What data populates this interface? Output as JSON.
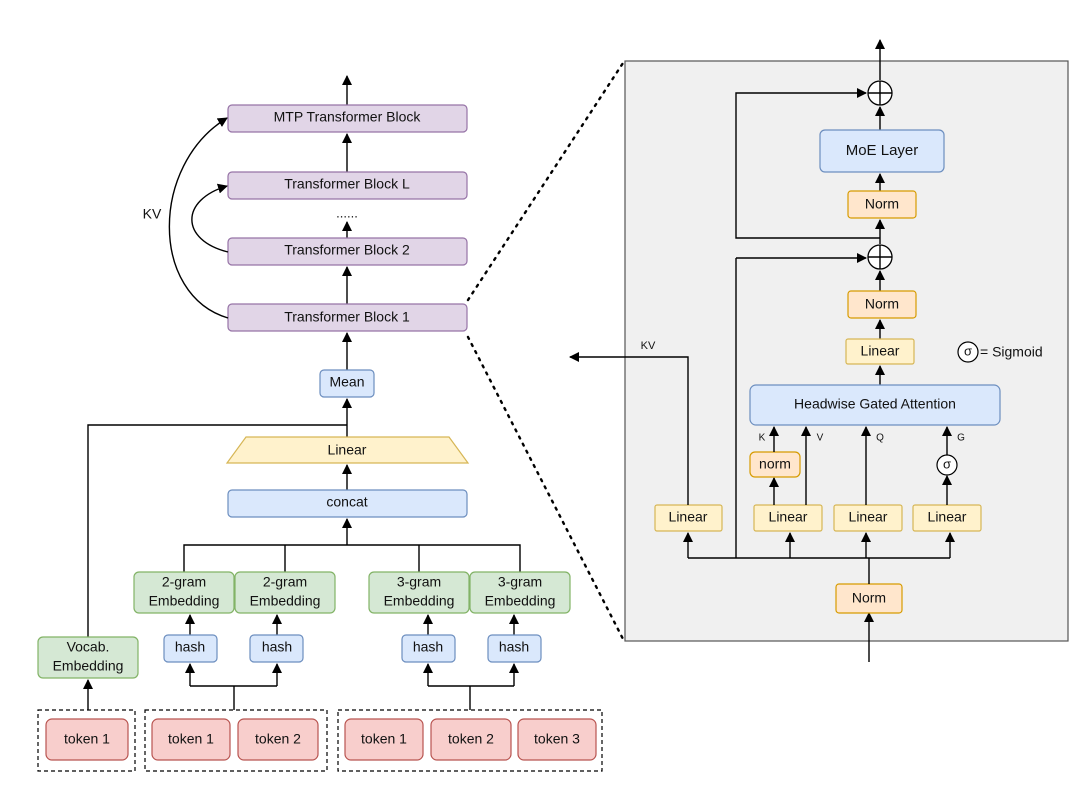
{
  "left": {
    "mtp_block": "MTP Transformer Block",
    "block_L": "Transformer Block L",
    "ellipsis": "......",
    "block_2": "Transformer Block 2",
    "block_1": "Transformer Block 1",
    "kv": "KV",
    "mean": "Mean",
    "linear": "Linear",
    "concat": "concat",
    "emb_2gram_a": [
      "2-gram",
      "Embedding"
    ],
    "emb_2gram_b": [
      "2-gram",
      "Embedding"
    ],
    "emb_3gram_a": [
      "3-gram",
      "Embedding"
    ],
    "emb_3gram_b": [
      "3-gram",
      "Embedding"
    ],
    "vocab_emb": [
      "Vocab.",
      "Embedding"
    ],
    "hash": "hash",
    "tokens_group1": [
      "token 1"
    ],
    "tokens_group2": [
      "token 1",
      "token 2"
    ],
    "tokens_group3": [
      "token 1",
      "token 2",
      "token 3"
    ]
  },
  "right": {
    "moe_layer": "MoE Layer",
    "norm": "Norm",
    "linear": "Linear",
    "sigmoid_symbol": "σ",
    "sigmoid_legend": "= Sigmoid",
    "attention": "Headwise Gated Attention",
    "norm_small": "norm",
    "kv": "KV",
    "k": "K",
    "v": "V",
    "q": "Q",
    "g": "G"
  },
  "colors": {
    "purple_fill": "#e1d5e7",
    "blue_fill": "#dae8fc",
    "green_fill": "#d5e8d4",
    "red_fill": "#f8cecc",
    "yellow_fill": "#fff2cc",
    "orange_fill": "#ffe6cc",
    "panel_fill": "#f0f0f0"
  }
}
